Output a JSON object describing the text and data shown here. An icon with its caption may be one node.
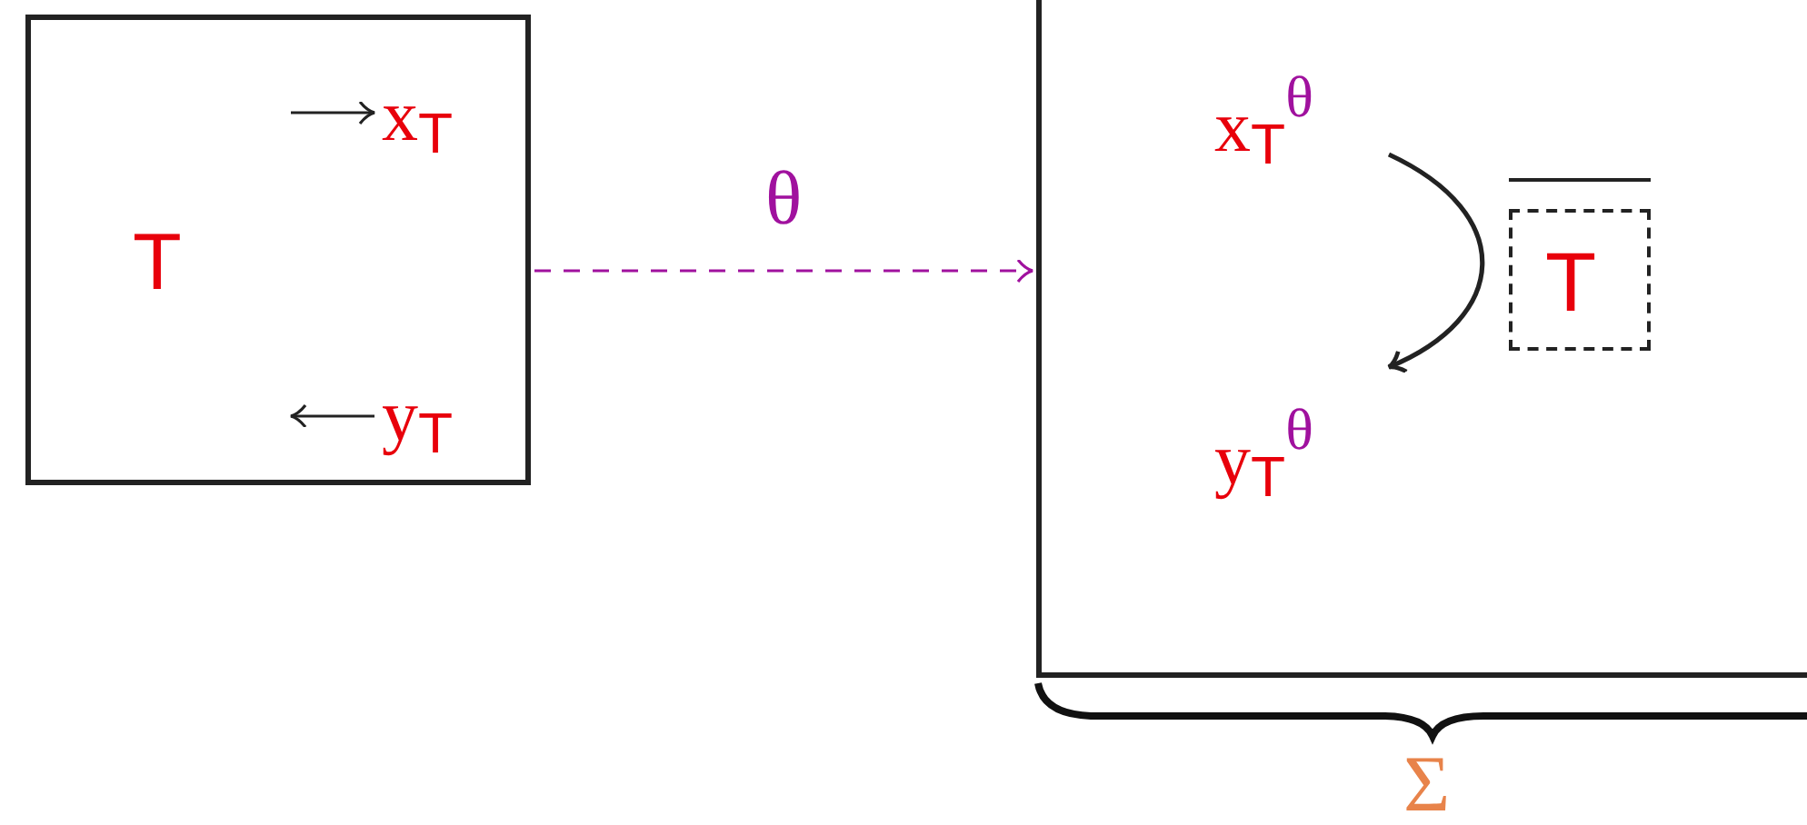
{
  "diagram": {
    "nodes": [
      {
        "text": [
          "T"
        ]
      },
      {
        "text": [
          "x$_{T}$"
        ],
        "in": 0
      },
      {
        "text": [
          "y$_{T}$"
        ],
        "in": 0
      },
      {
        "text": [],
        "shape": "box"
      },
      {
        "text": [
          "x$_{T}$$^{θ}$"
        ],
        "in": 3
      },
      {
        "text": [
          "y$_{T}$$^{θ}$"
        ],
        "in": 3
      },
      {
        "text": [
          "T"
        ],
        "in": 3
      }
    ],
    "edges": [
      {
        "from": null,
        "to": 1,
        "arrow": "to"
      },
      {
        "from": 2,
        "to": null,
        "arrow": "to"
      },
      {
        "from": 0,
        "to": 3,
        "arrow": "to",
        "label": "θ",
        "style": "dashed",
        "color": "#a0119e"
      },
      {
        "from": 4,
        "to": 5,
        "arrow": "to"
      }
    ],
    "labels": [
      "Σ"
    ]
  }
}
